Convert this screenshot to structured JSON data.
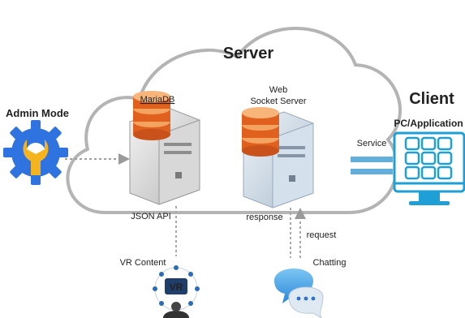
{
  "labels": {
    "server": "Server",
    "client": "Client",
    "admin_mode": "Admin Mode",
    "mariadb": "MariaDB",
    "web_socket_server_line1": "Web",
    "web_socket_server_line2": "Socket Server",
    "json_api": "JSON API",
    "response": "response",
    "request": "request",
    "pc_application": "PC/Application",
    "service": "Service",
    "vr_content": "VR Content",
    "chatting": "Chatting",
    "vr_badge": "VR"
  },
  "colors": {
    "cloud_outline": "#b4b4b4",
    "db_orange": "#e0601e",
    "db_orange_light": "#f4a361",
    "gear_blue": "#2f73e0",
    "wrench_yellow": "#f5b41e",
    "client_cyan": "#1e9fd6",
    "link_blue": "#64aedc",
    "chat_blue": "#3fa4ea"
  },
  "icons": {
    "admin": "gear-wrench-icon",
    "db": "database-icon",
    "server": "server-tower-icon",
    "client": "monitor-app-grid-icon",
    "vr": "vr-hub-icon",
    "chat": "chat-bubbles-icon"
  }
}
